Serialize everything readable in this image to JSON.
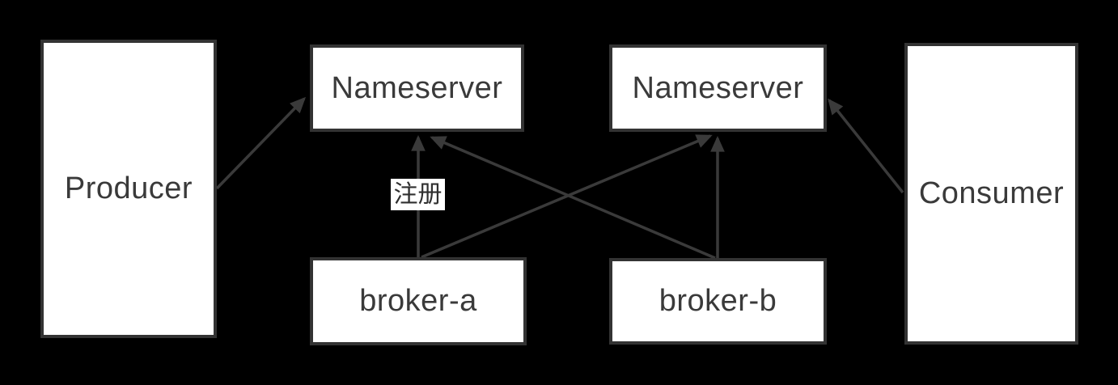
{
  "diagram": {
    "kind": "architecture-diagram",
    "colors": {
      "background": "#000000",
      "node_fill": "#ffffff",
      "node_border": "#333333",
      "text": "#3a3a3a",
      "arrow": "#3a3a3a",
      "edge_label_background": "#ffffff"
    },
    "nodes": {
      "producer": {
        "label": "Producer"
      },
      "nameserver_left": {
        "label": "Nameserver"
      },
      "nameserver_right": {
        "label": "Nameserver"
      },
      "broker_a": {
        "label": "broker-a"
      },
      "broker_b": {
        "label": "broker-b"
      },
      "consumer": {
        "label": "Consumer"
      }
    },
    "edges": [
      {
        "from": "Producer",
        "to": "Nameserver (left)",
        "label": ""
      },
      {
        "from": "broker-a",
        "to": "Nameserver (left)",
        "label": "注册"
      },
      {
        "from": "broker-a",
        "to": "Nameserver (right)",
        "label": ""
      },
      {
        "from": "broker-b",
        "to": "Nameserver (right)",
        "label": ""
      },
      {
        "from": "broker-b",
        "to": "Nameserver (left)",
        "label": ""
      },
      {
        "from": "Consumer",
        "to": "Nameserver (right)",
        "label": ""
      }
    ]
  }
}
